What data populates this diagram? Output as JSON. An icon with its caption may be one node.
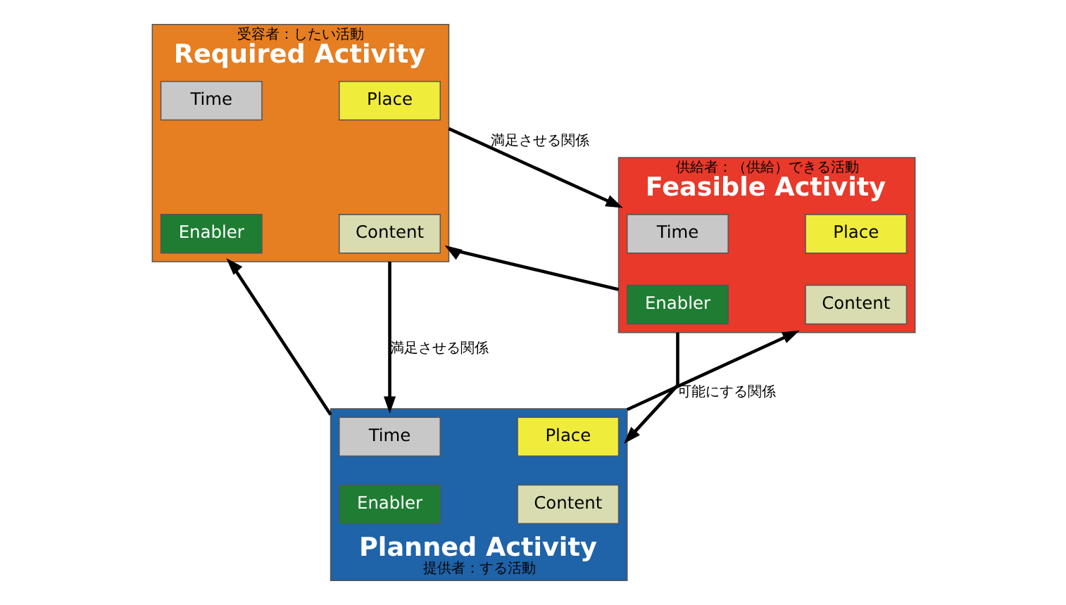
{
  "diagram": {
    "nodes": [
      {
        "text": [
          "受容者：したい活動",
          "Required Activity"
        ]
      },
      {
        "text": [
          "Time"
        ],
        "in": 0
      },
      {
        "text": [
          "Place"
        ],
        "in": 0
      },
      {
        "text": [
          "Enabler"
        ],
        "in": 0
      },
      {
        "text": [
          "Content"
        ],
        "in": 0
      },
      {
        "text": [
          "供給者：（供給）できる活動",
          "Feasible Activity"
        ]
      },
      {
        "text": [
          "Time"
        ],
        "in": 5
      },
      {
        "text": [
          "Place"
        ],
        "in": 5
      },
      {
        "text": [
          "Enabler"
        ],
        "in": 5
      },
      {
        "text": [
          "Content"
        ],
        "in": 5
      },
      {
        "text": [
          "Planned Activity",
          "提供者：する活動"
        ]
      },
      {
        "text": [
          "Time"
        ],
        "in": 10
      },
      {
        "text": [
          "Place"
        ],
        "in": 10
      },
      {
        "text": [
          "Enabler"
        ],
        "in": 10
      },
      {
        "text": [
          "Content"
        ],
        "in": 10
      }
    ],
    "edges": [
      {
        "from": 0,
        "to": 5,
        "arrow": "to",
        "label": "満足させる関係"
      },
      {
        "from": 5,
        "to": 0,
        "arrow": "to"
      },
      {
        "from": 0,
        "to": 10,
        "arrow": "to",
        "label": "満足させる関係"
      },
      {
        "from": 10,
        "to": 0,
        "arrow": "to"
      },
      {
        "from": 5,
        "to": 10,
        "arrow": "to",
        "label": "可能にする関係"
      },
      {
        "from": 10,
        "to": 5,
        "arrow": "to"
      }
    ]
  }
}
